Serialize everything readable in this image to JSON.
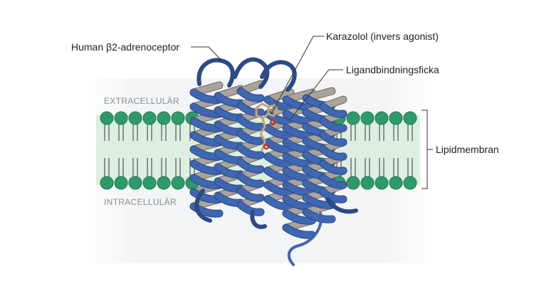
{
  "labels": {
    "receptor": "Human β2-adrenoceptor",
    "ligand": "Karazolol (invers agonist)",
    "pocket": "Ligandbindningsficka",
    "membrane": "Lipidmembran",
    "extracellular": "EXTRACELLULÄR",
    "intracellular": "INTRACELLULÄR"
  },
  "colors": {
    "helix_front": "#3f66b0",
    "helix_back": "#a9a39b",
    "lipid_head": "#2e9a6a",
    "membrane_fill": "#dbeedd",
    "ligand": "#d9b98f"
  }
}
